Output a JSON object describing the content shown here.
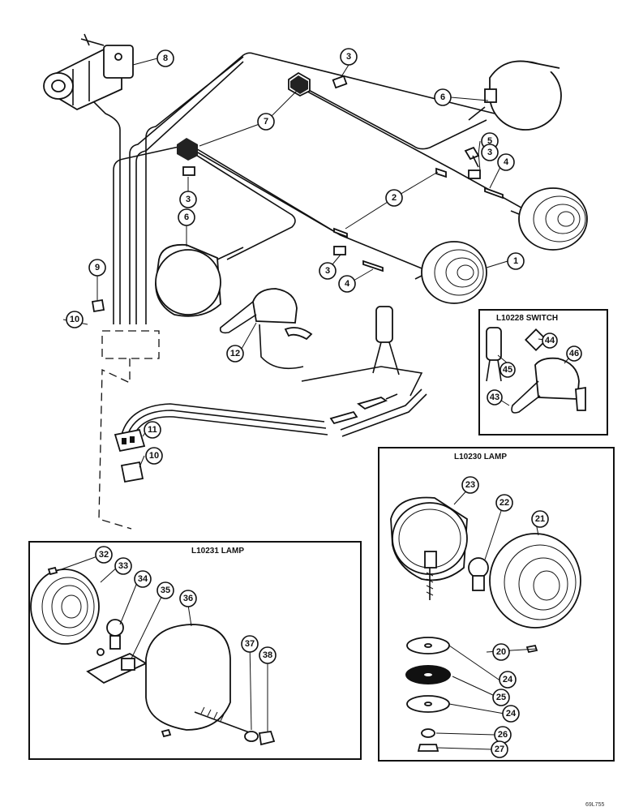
{
  "boxes": {
    "switch_title": "L10228 SWITCH",
    "lamp_title_right": "L10230 LAMP",
    "lamp_title_left": "L10231 LAMP"
  },
  "drawing_code": "69L755",
  "callouts": [
    "1",
    "2",
    "3",
    "4",
    "5",
    "6",
    "7",
    "8",
    "9",
    "10",
    "11",
    "12",
    "20",
    "21",
    "22",
    "23",
    "24",
    "25",
    "26",
    "27",
    "32",
    "33",
    "34",
    "35",
    "36",
    "37",
    "38",
    "43",
    "44",
    "45",
    "46"
  ]
}
